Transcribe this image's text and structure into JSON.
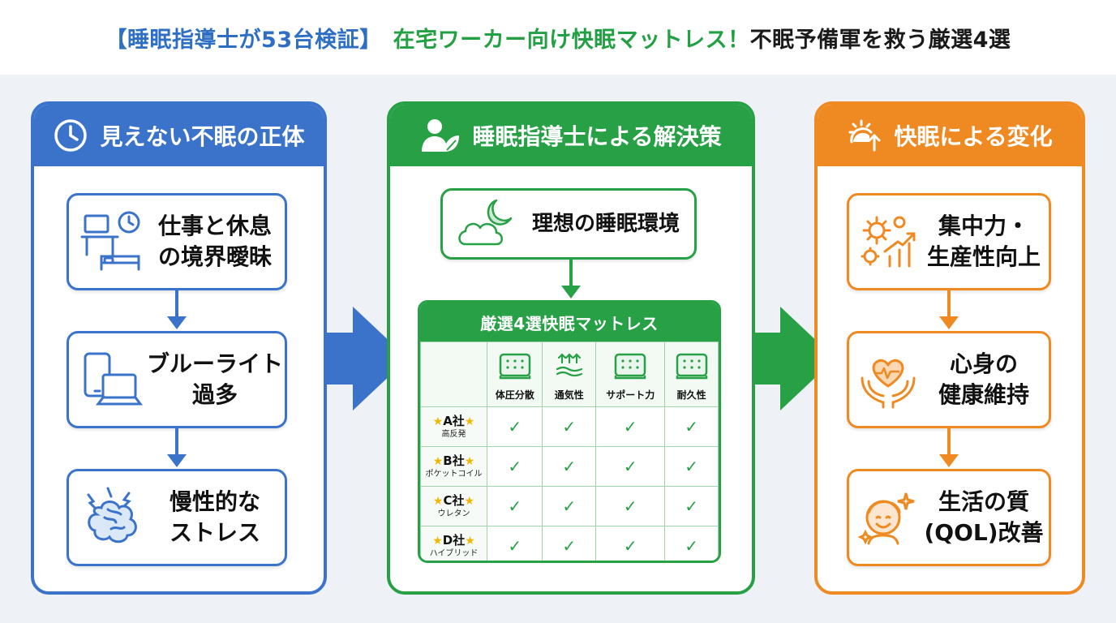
{
  "header": {
    "part1": "【睡眠指導士が53台検証】",
    "part2": "在宅ワーカー向け快眠マットレス！",
    "part3": "不眠予備軍を救う厳選4選"
  },
  "colors": {
    "blue": "#3a73c9",
    "green": "#27a046",
    "orange": "#ef8a22",
    "star": "#f2b600"
  },
  "panels": {
    "problems": {
      "title": "見えない不眠の正体",
      "icon": "clock-icon",
      "cards": [
        {
          "text": "仕事と休息\nの境界曖昧",
          "icon": "desk-bed-icon"
        },
        {
          "text": "ブルーライト\n過多",
          "icon": "devices-icon"
        },
        {
          "text": "慢性的な\nストレス",
          "icon": "brain-stress-icon"
        }
      ]
    },
    "solution": {
      "title": "睡眠指導士による解決策",
      "icon": "advisor-leaf-icon",
      "ideal": {
        "text": "理想の睡眠環境",
        "icon": "moon-cloud-icon"
      },
      "table": {
        "title": "厳選4選快眠マットレス",
        "features": [
          {
            "label": "体圧分散",
            "icon": "mattress-icon"
          },
          {
            "label": "通気性",
            "icon": "airflow-icon"
          },
          {
            "label": "サポート力",
            "icon": "mattress-icon"
          },
          {
            "label": "耐久性",
            "icon": "mattress-icon"
          }
        ],
        "rows": [
          {
            "name": "A社",
            "sub": "高反発",
            "checks": [
              "✓",
              "✓",
              "✓",
              "✓"
            ]
          },
          {
            "name": "B社",
            "sub": "ポケットコイル",
            "checks": [
              "✓",
              "✓",
              "✓",
              "✓"
            ]
          },
          {
            "name": "C社",
            "sub": "ウレタン",
            "checks": [
              "✓",
              "✓",
              "✓",
              "✓"
            ]
          },
          {
            "name": "D社",
            "sub": "ハイブリッド",
            "checks": [
              "✓",
              "✓",
              "✓",
              "✓"
            ]
          }
        ]
      }
    },
    "results": {
      "title": "快眠による変化",
      "icon": "sun-rise-icon",
      "cards": [
        {
          "text": "集中力・\n生産性向上",
          "icon": "gears-chart-icon"
        },
        {
          "text": "心身の\n健康維持",
          "icon": "heart-hands-icon"
        },
        {
          "text": "生活の質\n(QOL)改善",
          "icon": "smile-face-icon"
        }
      ]
    }
  }
}
